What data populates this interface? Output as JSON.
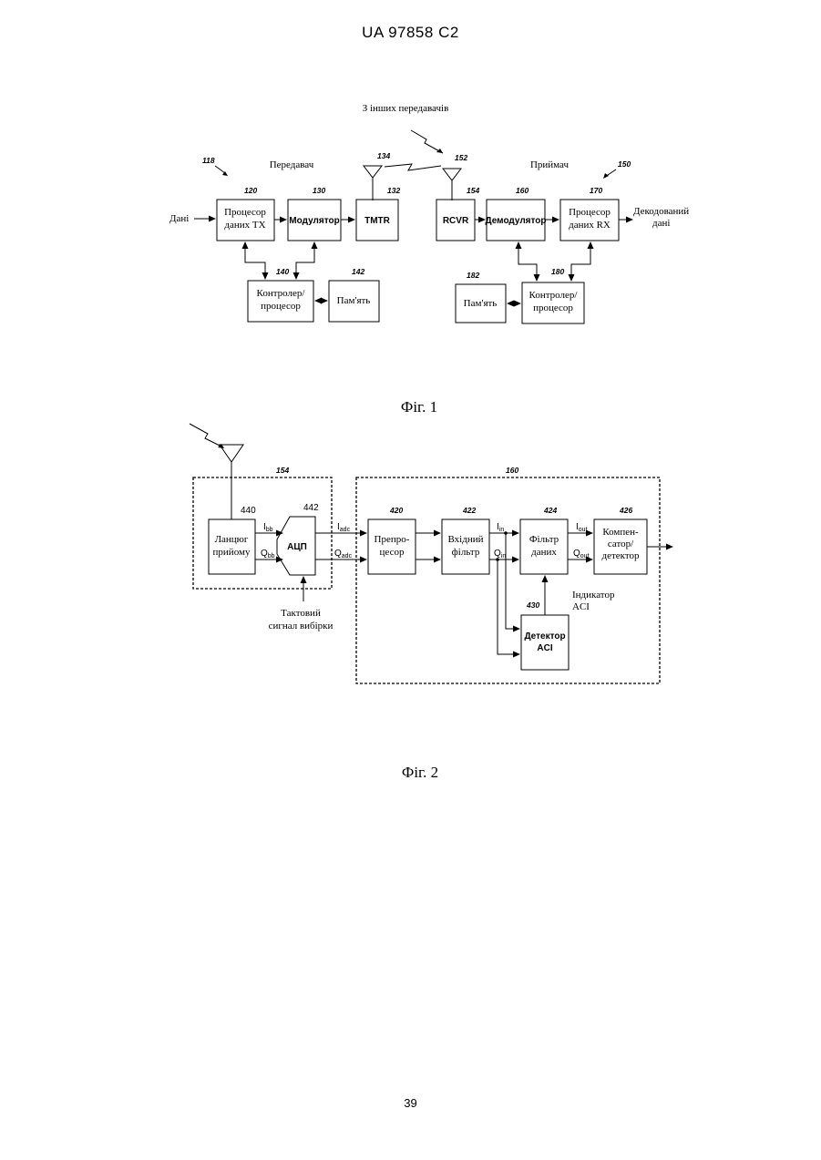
{
  "header": {
    "doc_id": "UA   97858   C2"
  },
  "page_number": "39",
  "fig1": {
    "caption": "Фіг. 1",
    "other_tx": "З інших передавачів",
    "transmitter_label": "Передавач",
    "receiver_label": "Приймач",
    "input_label": "Дані",
    "output_line1": "Декодований",
    "output_line2": "дані",
    "blocks": {
      "tx_proc": {
        "ref": "120",
        "line1": "Процесор",
        "line2": "даних TX"
      },
      "modulator": {
        "ref": "130",
        "line1": "Модулятор"
      },
      "tmtr": {
        "ref": "132",
        "line1": "TMTR"
      },
      "rcvr": {
        "ref": "154",
        "line1": "RCVR"
      },
      "demod": {
        "ref": "160",
        "line1": "Демодулятор"
      },
      "rx_proc": {
        "ref": "170",
        "line1": "Процесор",
        "line2": "даних RX"
      },
      "ctrl_tx": {
        "ref": "140",
        "line1": "Контролер/",
        "line2": "процесор"
      },
      "mem_tx": {
        "ref": "142",
        "line1": "Пам'ять"
      },
      "mem_rx": {
        "ref": "182",
        "line1": "Пам'ять"
      },
      "ctrl_rx": {
        "ref": "180",
        "line1": "Контролер/",
        "line2": "процесор"
      }
    },
    "refs": {
      "system": "118",
      "receiver": "150",
      "tx_antenna": "134",
      "rx_antenna": "152"
    }
  },
  "fig2": {
    "caption": "Фіг. 2",
    "rx_box_ref": "154",
    "demod_box_ref": "160",
    "blocks": {
      "rx_chain": {
        "ref": "440",
        "line1": "Ланцюг",
        "line2": "прийому"
      },
      "adc": {
        "ref": "442",
        "line1": "АЦП"
      },
      "preproc": {
        "ref": "420",
        "line1": "Препро-",
        "line2": "цесор"
      },
      "input_filter": {
        "ref": "422",
        "line1": "Вхідний",
        "line2": "фільтр"
      },
      "data_filter": {
        "ref": "424",
        "line1": "Фільтр",
        "line2": "даних"
      },
      "comp": {
        "ref": "426",
        "line1": "Компен-",
        "line2": "сатор/",
        "line3": "детектор"
      },
      "aci_det": {
        "ref": "430",
        "line1": "Детектор",
        "line2": "ACI"
      }
    },
    "signals": {
      "ibb": {
        "main": "I",
        "sub": "bb"
      },
      "qbb": {
        "main": "Q",
        "sub": "bb"
      },
      "iadc": {
        "main": "I",
        "sub": "adc"
      },
      "qadc": {
        "main": "Q",
        "sub": "adc"
      },
      "iin": {
        "main": "I",
        "sub": "in"
      },
      "qin": {
        "main": "Q",
        "sub": "in"
      },
      "iout": {
        "main": "I",
        "sub": "out"
      },
      "qout": {
        "main": "Q",
        "sub": "out"
      }
    },
    "aci_indicator_line1": "Індикатор",
    "aci_indicator_line2": "ACI",
    "clock_line1": "Тактовий",
    "clock_line2": "сигнал вибірки"
  }
}
